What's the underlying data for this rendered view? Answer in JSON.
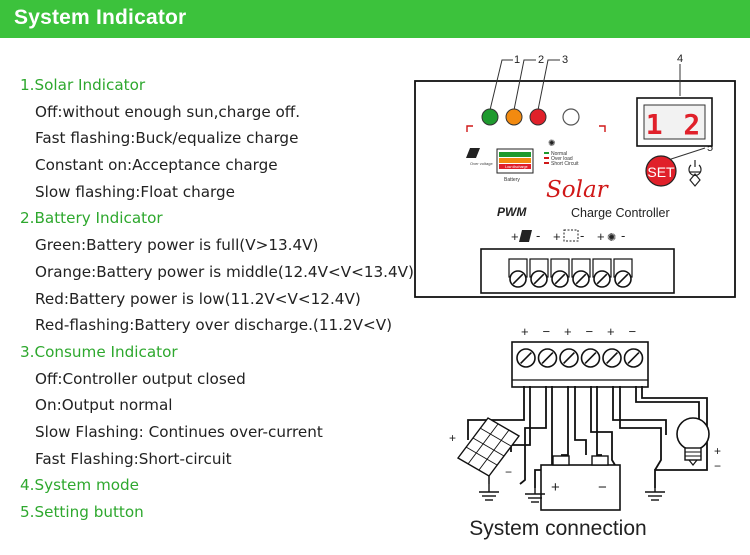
{
  "header": {
    "title": "System Indicator"
  },
  "sections": [
    {
      "title": "1.Solar Indicator",
      "items": [
        "Off:without enough sun,charge off.",
        "Fast flashing:Buck/equalize charge",
        "Constant on:Acceptance charge",
        "Slow flashing:Float charge"
      ]
    },
    {
      "title": "2.Battery Indicator",
      "items": [
        "Green:Battery power is full(V>13.4V)",
        "Orange:Battery power is middle(12.4V<V<13.4V)",
        "Red:Battery power is low(11.2V<V<12.4V)",
        "Red-flashing:Battery over discharge.(11.2V<V)"
      ]
    },
    {
      "title": "3.Consume Indicator",
      "items": [
        "Off:Controller output closed",
        "On:Output normal",
        "Slow Flashing: Continues over-current",
        "Fast Flashing:Short-circuit"
      ]
    },
    {
      "title": "4.System mode",
      "items": []
    },
    {
      "title": "5.Setting button",
      "items": []
    }
  ],
  "device": {
    "callouts": [
      "1",
      "2",
      "3",
      "4",
      "5"
    ],
    "display_digits": "1 2",
    "set_label": "SET",
    "brand": "Solar",
    "pwm": "PWM",
    "product": "Charge Controller",
    "legend_normal": "Normal",
    "legend_overload": "Over load",
    "legend_short": "Short Circuit",
    "battery_label": "Battery",
    "over_voltage": "Over voltage",
    "low_discharge": "Low discharge",
    "term_plus": "+",
    "term_minus": "-",
    "led_colors": {
      "green": "#1e9a2e",
      "orange": "#f28a10",
      "red": "#e0202a"
    }
  },
  "diagram": {
    "title": "System connection",
    "terminal_polarity": [
      "+",
      "−",
      "+",
      "−",
      "+",
      "−"
    ],
    "pv_plus": "+",
    "pv_minus": "−",
    "bat_plus": "+",
    "bat_minus": "−",
    "load_plus": "+",
    "load_minus": "−"
  }
}
